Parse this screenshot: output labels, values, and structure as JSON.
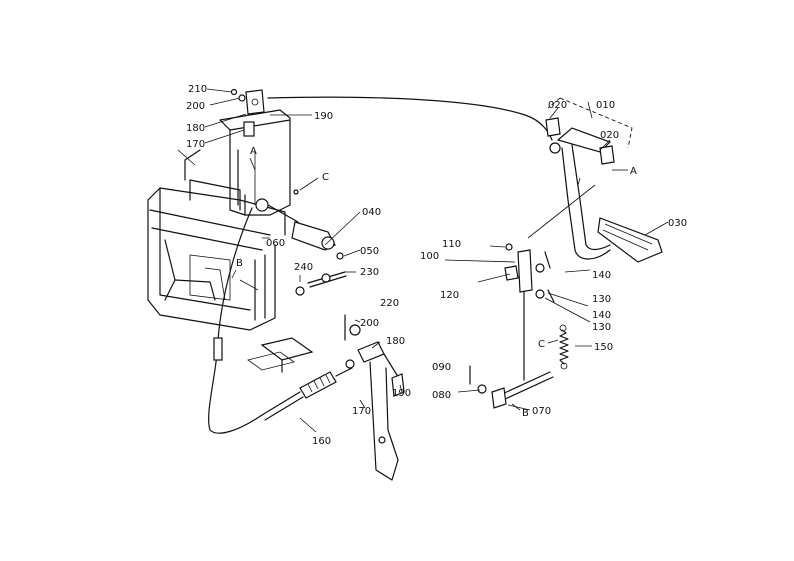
{
  "callouts": {
    "p010": "010",
    "p020a": "020",
    "p020b": "020",
    "p030": "030",
    "p040": "040",
    "p050": "050",
    "p060": "060",
    "p070": "070",
    "p080": "080",
    "p090": "090",
    "p100": "100",
    "p110": "110",
    "p120": "120",
    "p130a": "130",
    "p130b": "130",
    "p140a": "140",
    "p140b": "140",
    "p150": "150",
    "p160": "160",
    "p170a": "170",
    "p170b": "170",
    "p180a": "180",
    "p180b": "180",
    "p190a": "190",
    "p190b": "190",
    "p200a": "200",
    "p200b": "200",
    "p210": "210",
    "p220": "220",
    "p230": "230",
    "p240": "240"
  },
  "refs": {
    "A1": "A",
    "A2": "A",
    "B1": "B",
    "B2": "B",
    "C1": "C",
    "C2": "C"
  }
}
